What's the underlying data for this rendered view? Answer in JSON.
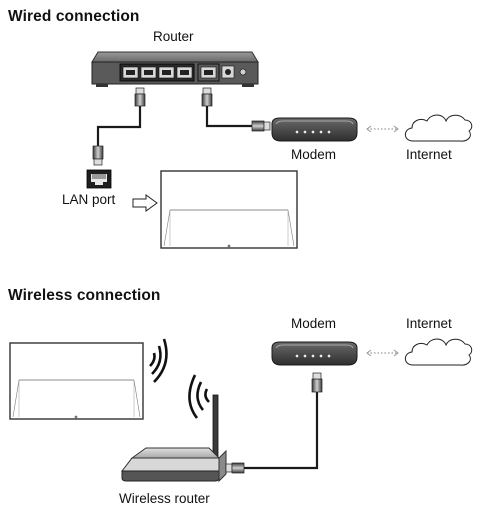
{
  "wired": {
    "heading": "Wired connection",
    "router_label": "Router",
    "modem_label": "Modem",
    "internet_label": "Internet",
    "lan_port_label": "LAN port"
  },
  "wireless": {
    "heading": "Wireless connection",
    "modem_label": "Modem",
    "internet_label": "Internet",
    "router_label": "Wireless router"
  },
  "icons": {
    "router": "router-icon",
    "modem": "modem-icon",
    "cloud": "cloud-icon",
    "tv": "tv-icon",
    "ethernet_plug": "ethernet-plug-icon",
    "lan_port": "lan-port-icon",
    "wifi_waves": "wifi-waves-icon",
    "wireless_router": "wireless-router-icon",
    "arrow": "arrow-right-icon"
  },
  "colors": {
    "device_dark": "#4a4a4a",
    "device_mid": "#8a8a8a",
    "device_light": "#d4d4d4",
    "cable": "#1a1a1a",
    "link_dotted": "#999999"
  }
}
